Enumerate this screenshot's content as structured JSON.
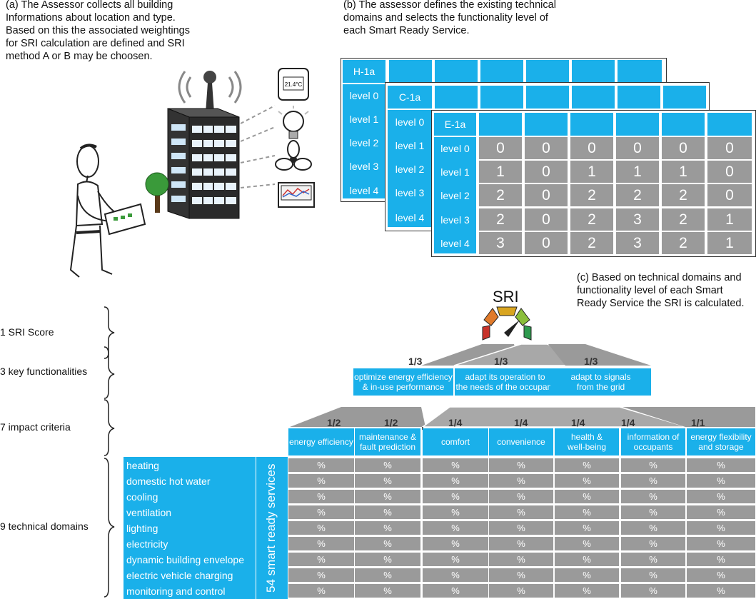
{
  "captions": {
    "a": "(a) The Assessor collects all building\nInformations about location and type.\nBased on this the associated weightings\nfor SRI calculation are defined and SRI\nmethod A or B may be choosen.",
    "b": "(b) The assessor defines the existing technical\ndomains and selects the functionality level of\neach Smart Ready Service.",
    "c": "(c) Based on technical domains and\nfunctionality level of each Smart\nReady Service the SRI is calculated."
  },
  "device_icons": {
    "thermostat_display": "21.4°C"
  },
  "cards": {
    "h": {
      "title": "H-1a",
      "levels": [
        "level 0",
        "level 1",
        "level 2",
        "level 3",
        "level 4"
      ]
    },
    "c": {
      "title": "C-1a",
      "levels": [
        "level 0",
        "level 1",
        "level 2",
        "level 3",
        "level 4"
      ]
    },
    "e": {
      "title": "E-1a",
      "levels": [
        "level 0",
        "level 1",
        "level 2",
        "level 3",
        "level 4"
      ],
      "values": [
        [
          "0",
          "0",
          "0",
          "0",
          "0",
          "0"
        ],
        [
          "1",
          "0",
          "1",
          "1",
          "1",
          "0"
        ],
        [
          "2",
          "0",
          "2",
          "2",
          "2",
          "0"
        ],
        [
          "2",
          "0",
          "2",
          "3",
          "2",
          "1"
        ],
        [
          "3",
          "0",
          "2",
          "3",
          "2",
          "1"
        ]
      ]
    }
  },
  "sri": {
    "title": "SRI"
  },
  "hierarchy_labels": [
    "1 SRI Score",
    "3 key functionalities",
    "7 impact criteria",
    "9 technical domains"
  ],
  "key_functionalities": [
    {
      "weight": "1/3",
      "label": "optimize energy efficiency\n& in-use performance"
    },
    {
      "weight": "1/3",
      "label": "adapt its operation to\nthe needs of the occupant"
    },
    {
      "weight": "1/3",
      "label": "adapt to signals\nfrom the grid"
    }
  ],
  "impact_criteria": [
    {
      "weight": "1/2",
      "label": "energy efficiency"
    },
    {
      "weight": "1/2",
      "label": "maintenance &\nfault prediction"
    },
    {
      "weight": "1/4",
      "label": "comfort"
    },
    {
      "weight": "1/4",
      "label": "convenience"
    },
    {
      "weight": "1/4",
      "label": "health &\nwell-being"
    },
    {
      "weight": "1/4",
      "label": "information of\noccupants"
    },
    {
      "weight": "1/1",
      "label": "energy flexibility\nand storage"
    }
  ],
  "technical_domains": [
    "heating",
    "domestic hot water",
    "cooling",
    "ventilation",
    "lighting",
    "electricity",
    "dynamic building envelope",
    "electric vehicle charging",
    "monitoring and control"
  ],
  "services": {
    "count": "54",
    "label": "smart ready services"
  },
  "pct_symbol": "%",
  "colors": {
    "blue": "#1ab0ea",
    "grey": "#9a9a9a",
    "gauge": [
      "#c8332b",
      "#e07a2a",
      "#d9a520",
      "#8bbf3a",
      "#2e9a4e"
    ]
  }
}
